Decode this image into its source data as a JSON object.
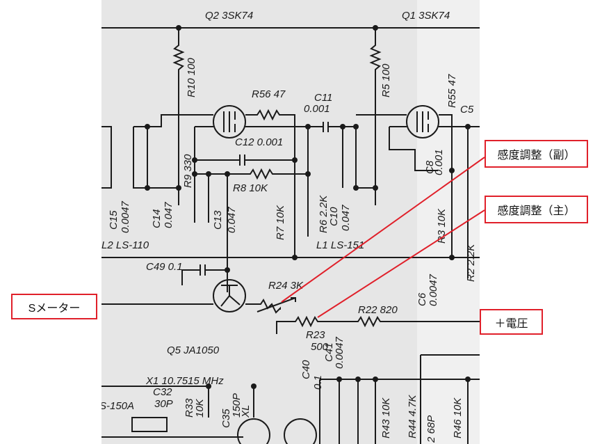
{
  "callouts": {
    "sensitivity_sub": "感度調整（副）",
    "sensitivity_main": "感度調整（主）",
    "s_meter": "Sメーター",
    "plus_voltage": "＋電圧"
  },
  "colors": {
    "callout": "#e0202a",
    "paper": "#e6e6e6",
    "ink": "#1a1a1a"
  },
  "schematic": {
    "q2": "Q2 3SK74",
    "q1": "Q1 3SK74",
    "r10": "R10 100",
    "r5": "R5 100",
    "r56": "R56 47",
    "c11a": "C11",
    "c11b": "0.001",
    "r55": "R55 47",
    "c5": "C5",
    "c12": "C12 0.001",
    "r9": "R9 330",
    "r8": "R8 10K",
    "c15a": "C15",
    "c15b": "0.0047",
    "c14a": "C14",
    "c14b": "0.047",
    "c13a": "C13",
    "c13b": "0.047",
    "r7": "R7 10K",
    "r6": "R6 2.2K",
    "c10a": "C10",
    "c10b": "0.047",
    "c8a": "C8",
    "c8b": "0.001",
    "r3": "R3 10K",
    "r2": "R2 2.2K",
    "l2": "L2 LS-110",
    "l1": "L1 LS-151",
    "c49": "C49 0.1",
    "r24": "R24 3K",
    "r22": "R22 820",
    "r23a": "R23",
    "r23b": "500",
    "c6a": "C6",
    "c6b": "0.0047",
    "q5": "Q5 JA1050",
    "x1": "X1 10.7515 MHz",
    "c40a": "C40",
    "c40b": "0.1",
    "c41a": "C41",
    "c41b": "0.0047",
    "c32a": "C32",
    "c32b": "30P",
    "s150a": "S-150A",
    "r33a": "R33",
    "r33b": "10K",
    "c35a": "C35",
    "c35b": "150P",
    "c35c": "XL",
    "r43": "R43 10K",
    "r44": "R44 4.7K",
    "c68": "2 68P",
    "r46": "R46 10K"
  }
}
